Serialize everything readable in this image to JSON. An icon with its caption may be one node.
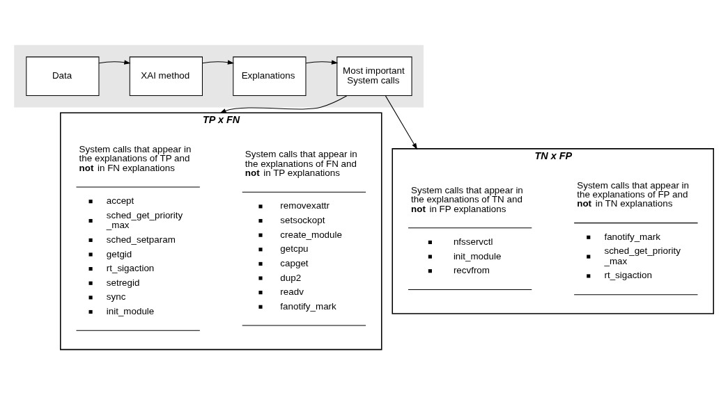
{
  "diagram": {
    "nodes": [
      {
        "text": [],
        "shape": "box"
      },
      {
        "text": [
          "Data"
        ],
        "in": 0
      },
      {
        "text": [
          "XAI method"
        ],
        "in": 0
      },
      {
        "text": [
          "Explanations"
        ],
        "in": 0
      },
      {
        "text": [
          "Most important System calls"
        ],
        "in": 0
      },
      {
        "text": [
          "TP x FN"
        ]
      },
      {
        "text": [
          "System calls that appear in the explanations of TP and **not** in FN explanations",
          "accept",
          "sched_get_priority _max",
          "sched_setparam",
          "getgid",
          "rt_sigaction",
          "setregid",
          "sync",
          "init_module"
        ],
        "in": 5
      },
      {
        "text": [
          "System calls that appear in the explanations of FN and **not** in TP explanations",
          "removexattr",
          "setsockopt",
          "create_module",
          "getcpu",
          "capget",
          "dup2",
          "readv",
          "fanotify_mark"
        ],
        "in": 5
      },
      {
        "text": [
          "TN x FP"
        ]
      },
      {
        "text": [
          "System calls that appear in the explanations of TN and **not** in FP explanations",
          "nfsservctl",
          "init_module",
          "recvfrom"
        ],
        "in": 8
      },
      {
        "text": [
          "System calls that appear in the explanations of FP and **not** in TN explanations",
          "fanotify_mark",
          "sched_get_priority _max",
          "rt_sigaction"
        ],
        "in": 8
      }
    ],
    "edges": [
      {
        "from": 1,
        "to": 2,
        "arrow": "to"
      },
      {
        "from": 2,
        "to": 3,
        "arrow": "to"
      },
      {
        "from": 3,
        "to": 4,
        "arrow": "to"
      },
      {
        "from": 4,
        "to": 5,
        "arrow": "to"
      },
      {
        "from": 4,
        "to": 8,
        "arrow": "to"
      }
    ]
  }
}
